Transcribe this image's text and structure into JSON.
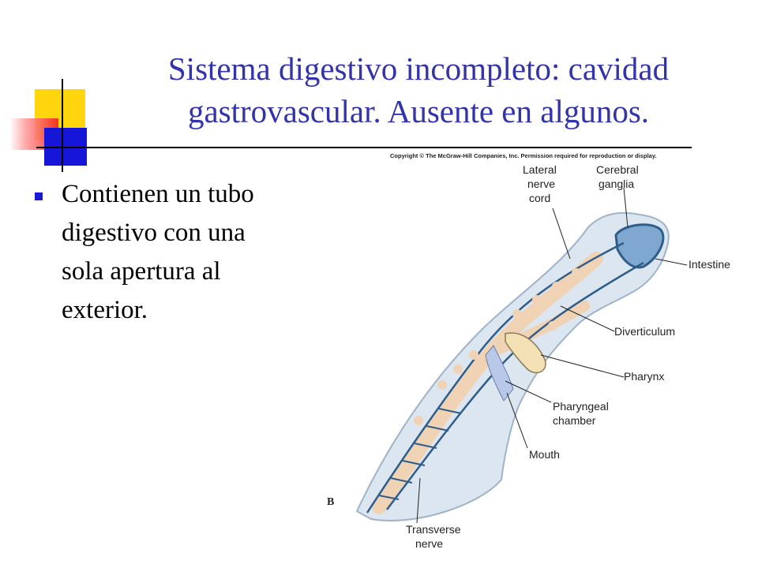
{
  "slide": {
    "title_line1": "Sistema digestivo incompleto: cavidad",
    "title_line2": "gastrovascular. Ausente en algunos.",
    "bullet": "Contienen un tubo digestivo con una sola apertura al exterior."
  },
  "figure": {
    "copyright": "Copyright © The McGraw-Hill Companies, Inc. Permission required for reproduction or display.",
    "panel_letter": "B",
    "labels": {
      "lateral_nerve_cord": [
        "Lateral",
        "nerve",
        "cord"
      ],
      "cerebral_ganglia": [
        "Cerebral",
        "ganglia"
      ],
      "intestine": "Intestine",
      "diverticulum": "Diverticulum",
      "pharynx": "Pharynx",
      "pharyngeal_chamber": [
        "Pharyngeal",
        "chamber"
      ],
      "mouth": "Mouth",
      "transverse_nerve": [
        "Transverse",
        "nerve"
      ]
    }
  },
  "colors": {
    "title": "#3333aa",
    "bullet": "#1a1ad0",
    "body_fill": "#dbe6f1",
    "nerve": "#2f5d8a",
    "intestine": "#f5dcc4"
  }
}
